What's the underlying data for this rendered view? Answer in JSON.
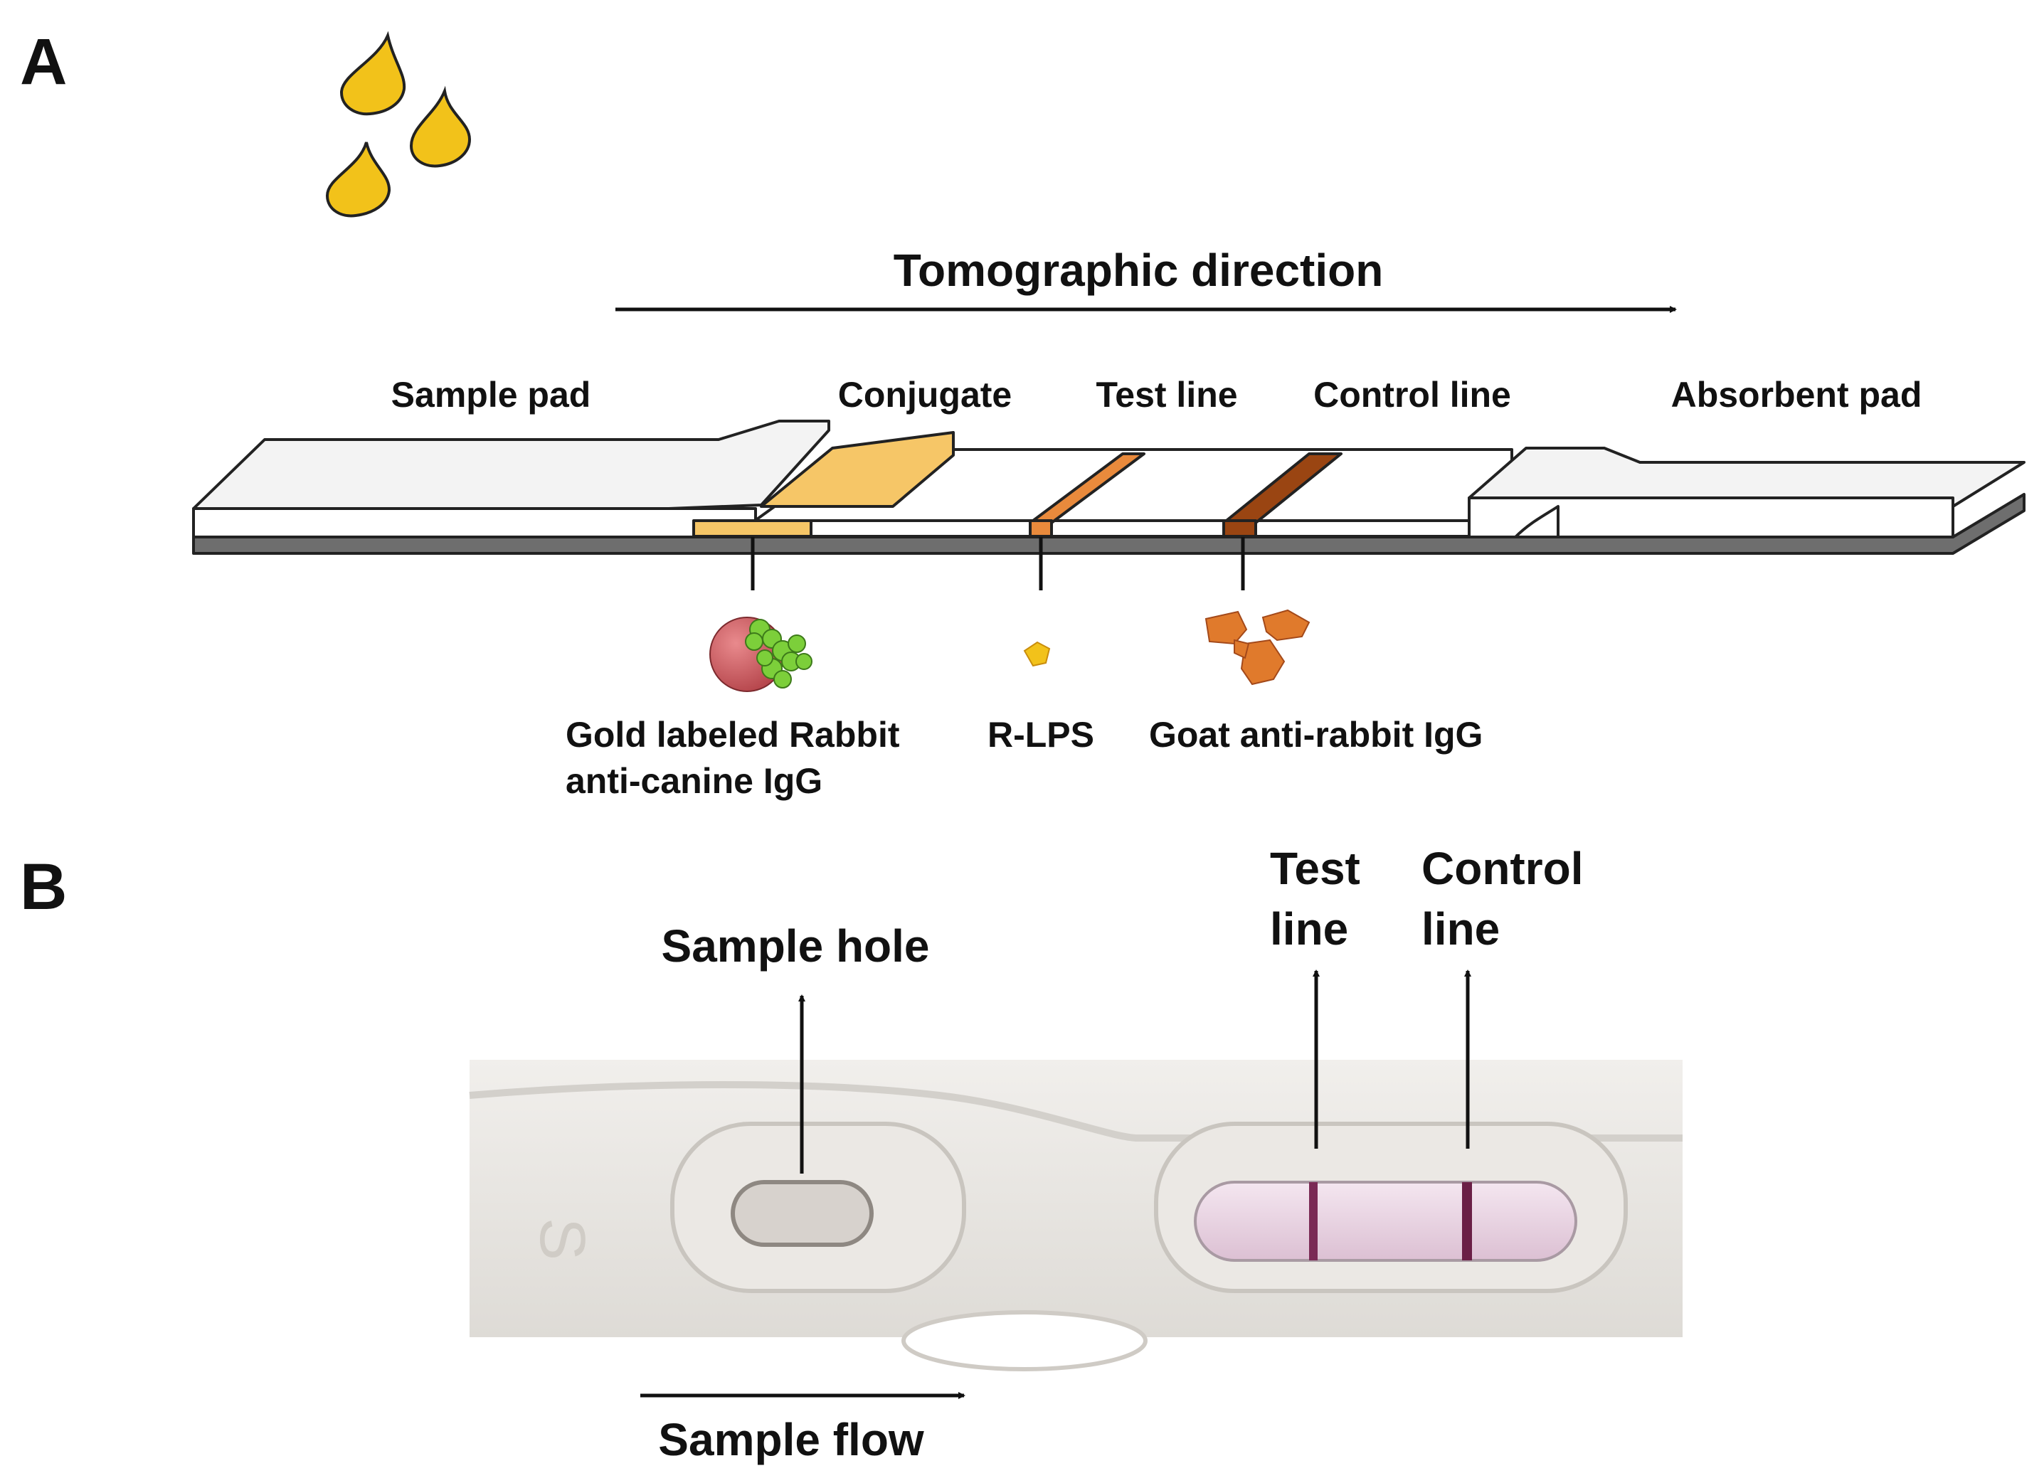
{
  "panel_a": {
    "label": "A",
    "direction_label": "Tomographic direction",
    "components": {
      "sample_pad": "Sample pad",
      "conjugate": "Conjugate",
      "test_line": "Test line",
      "control_line": "Control line",
      "absorbent_pad": "Absorbent pad"
    },
    "reagents": {
      "gold_line1": "Gold labeled Rabbit",
      "gold_line2": "anti-canine IgG",
      "rlps": "R-LPS",
      "goat": "Goat anti-rabbit IgG"
    },
    "colors": {
      "drop": "#f2c21a",
      "conjugate_pad": "#f6c667",
      "test_line": "#e98a3c",
      "control_line": "#9a4512",
      "gold_particle": "#c9545a",
      "antibody_green": "#7ccf3a"
    }
  },
  "panel_b": {
    "label": "B",
    "sample_hole": "Sample hole",
    "test_line_1": "Test",
    "test_line_2": "line",
    "control_line_1": "Control",
    "control_line_2": "line",
    "sample_flow": "Sample flow",
    "cassette_mark": "S",
    "colors": {
      "cassette": "#e9e7e3",
      "window": "#ecd6e6",
      "band": "#7a2a55"
    }
  }
}
